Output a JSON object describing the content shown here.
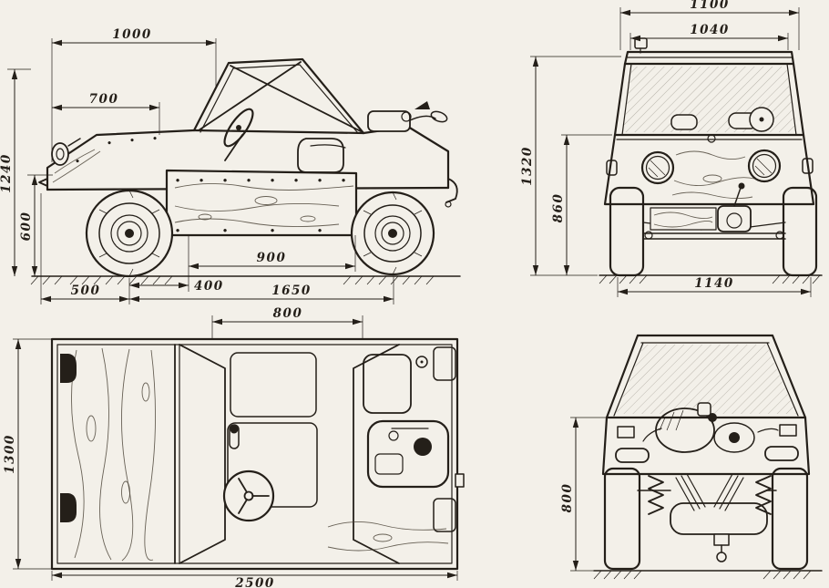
{
  "drawing": {
    "title": "buggy-four-view-blueprint",
    "ink_color": "#241f19",
    "paper_color": "#f3f0e9"
  },
  "views": {
    "side": {
      "label": "side-view",
      "dims": {
        "top_width": "1000",
        "cockpit": "700",
        "total_height": "1240",
        "body_height": "600",
        "front_overhang": "500",
        "axle_to_panel": "400",
        "panel_length": "900",
        "wheelbase": "1650"
      }
    },
    "front": {
      "label": "front-view",
      "dims": {
        "roof_width": "1100",
        "body_top_width": "1040",
        "total_height": "1320",
        "body_height": "860",
        "track": "1140"
      }
    },
    "top": {
      "label": "top-plan-view",
      "dims": {
        "cockpit_opening": "800",
        "overall_width": "1300",
        "overall_length": "2500"
      }
    },
    "rear": {
      "label": "rear-view",
      "dims": {
        "body_height": "800"
      }
    }
  }
}
